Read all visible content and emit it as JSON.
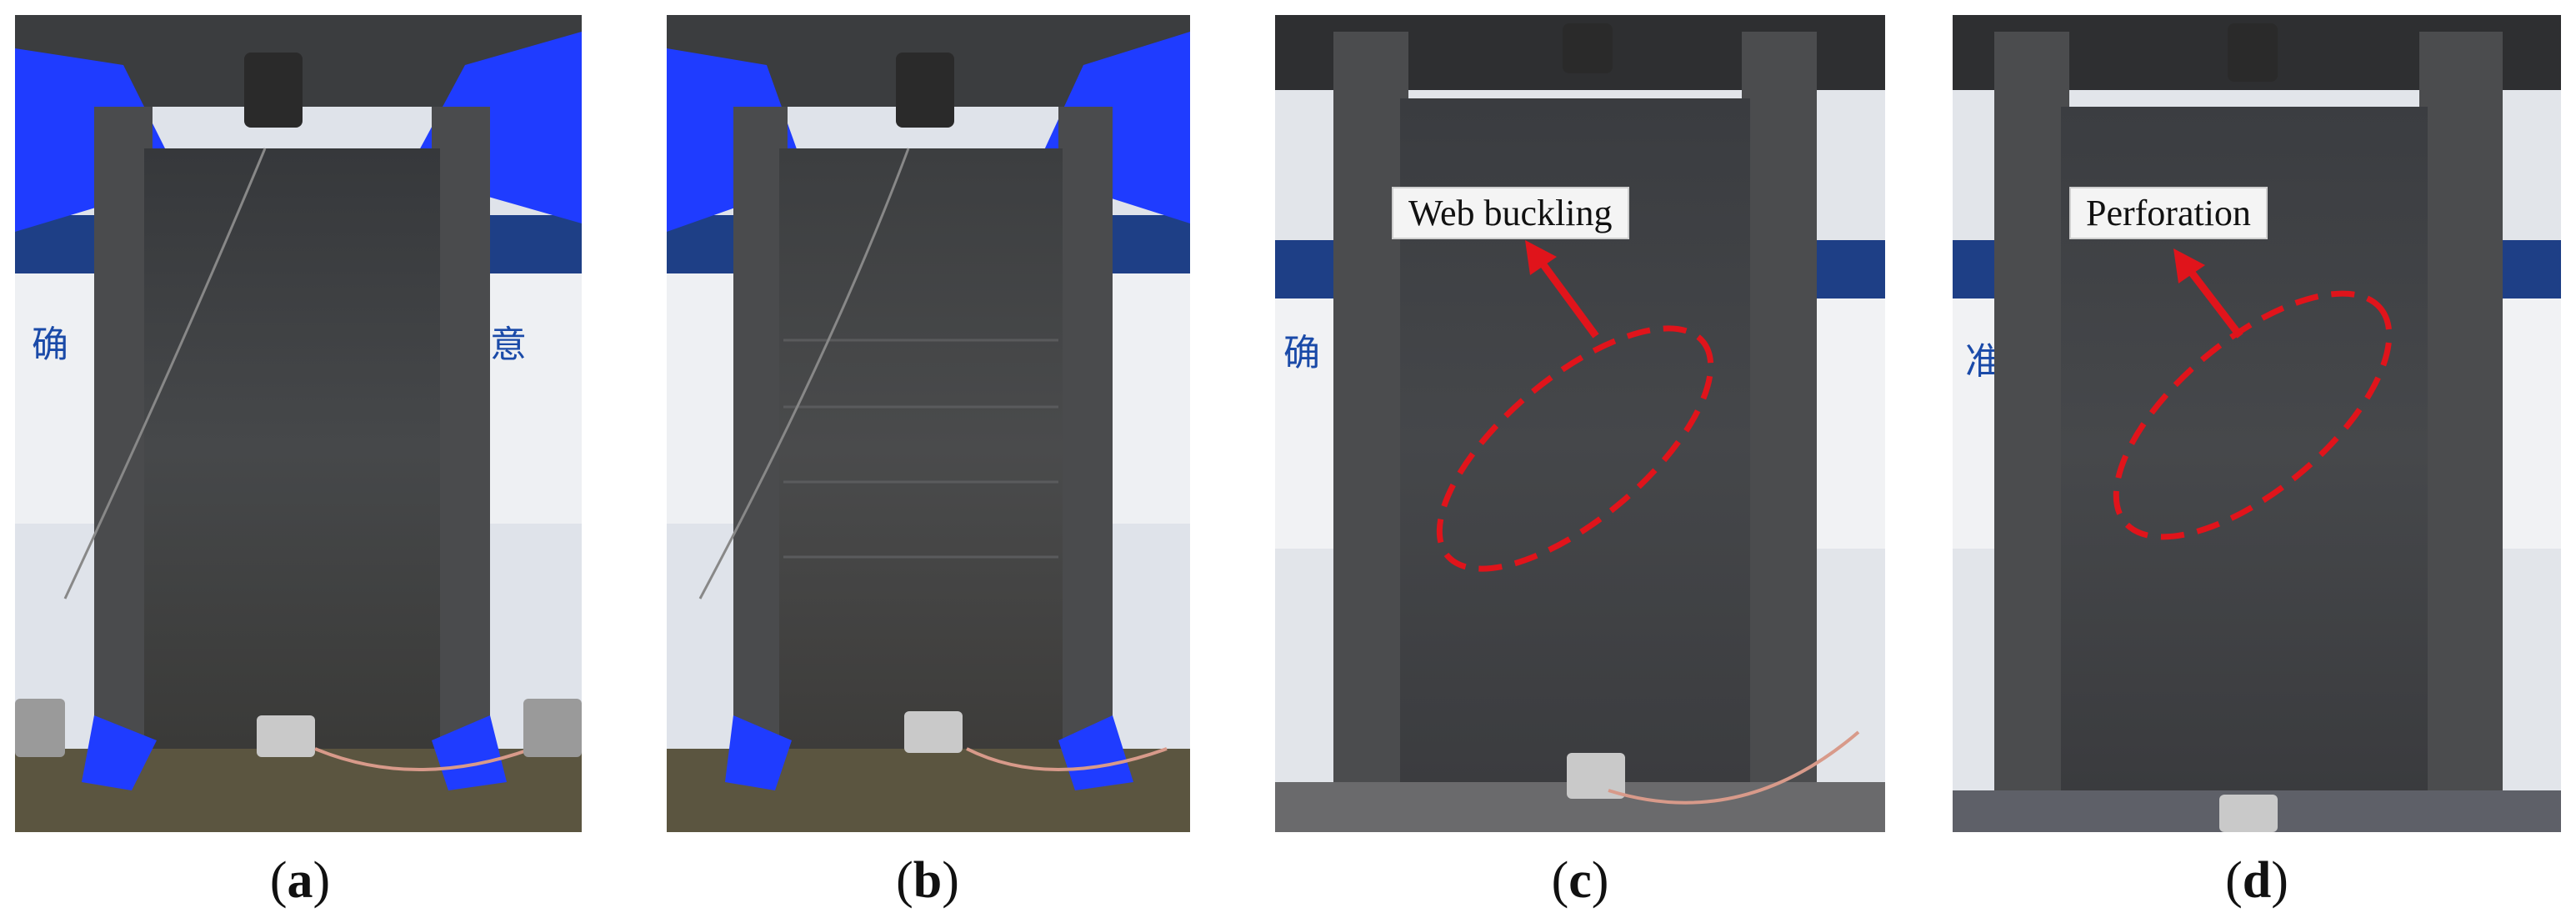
{
  "panels": [
    {
      "label": "a"
    },
    {
      "label": "b"
    },
    {
      "label": "c",
      "callout": "Web buckling"
    },
    {
      "label": "d",
      "callout": "Perforation"
    }
  ],
  "signage": {
    "panel_a": [
      "确",
      "意"
    ],
    "panel_c": [
      "确"
    ],
    "panel_d": [
      "准"
    ]
  },
  "colors": {
    "annotation": "#e0141b",
    "steel": "#3a3c40",
    "frame_blue": "#1f3cff"
  }
}
